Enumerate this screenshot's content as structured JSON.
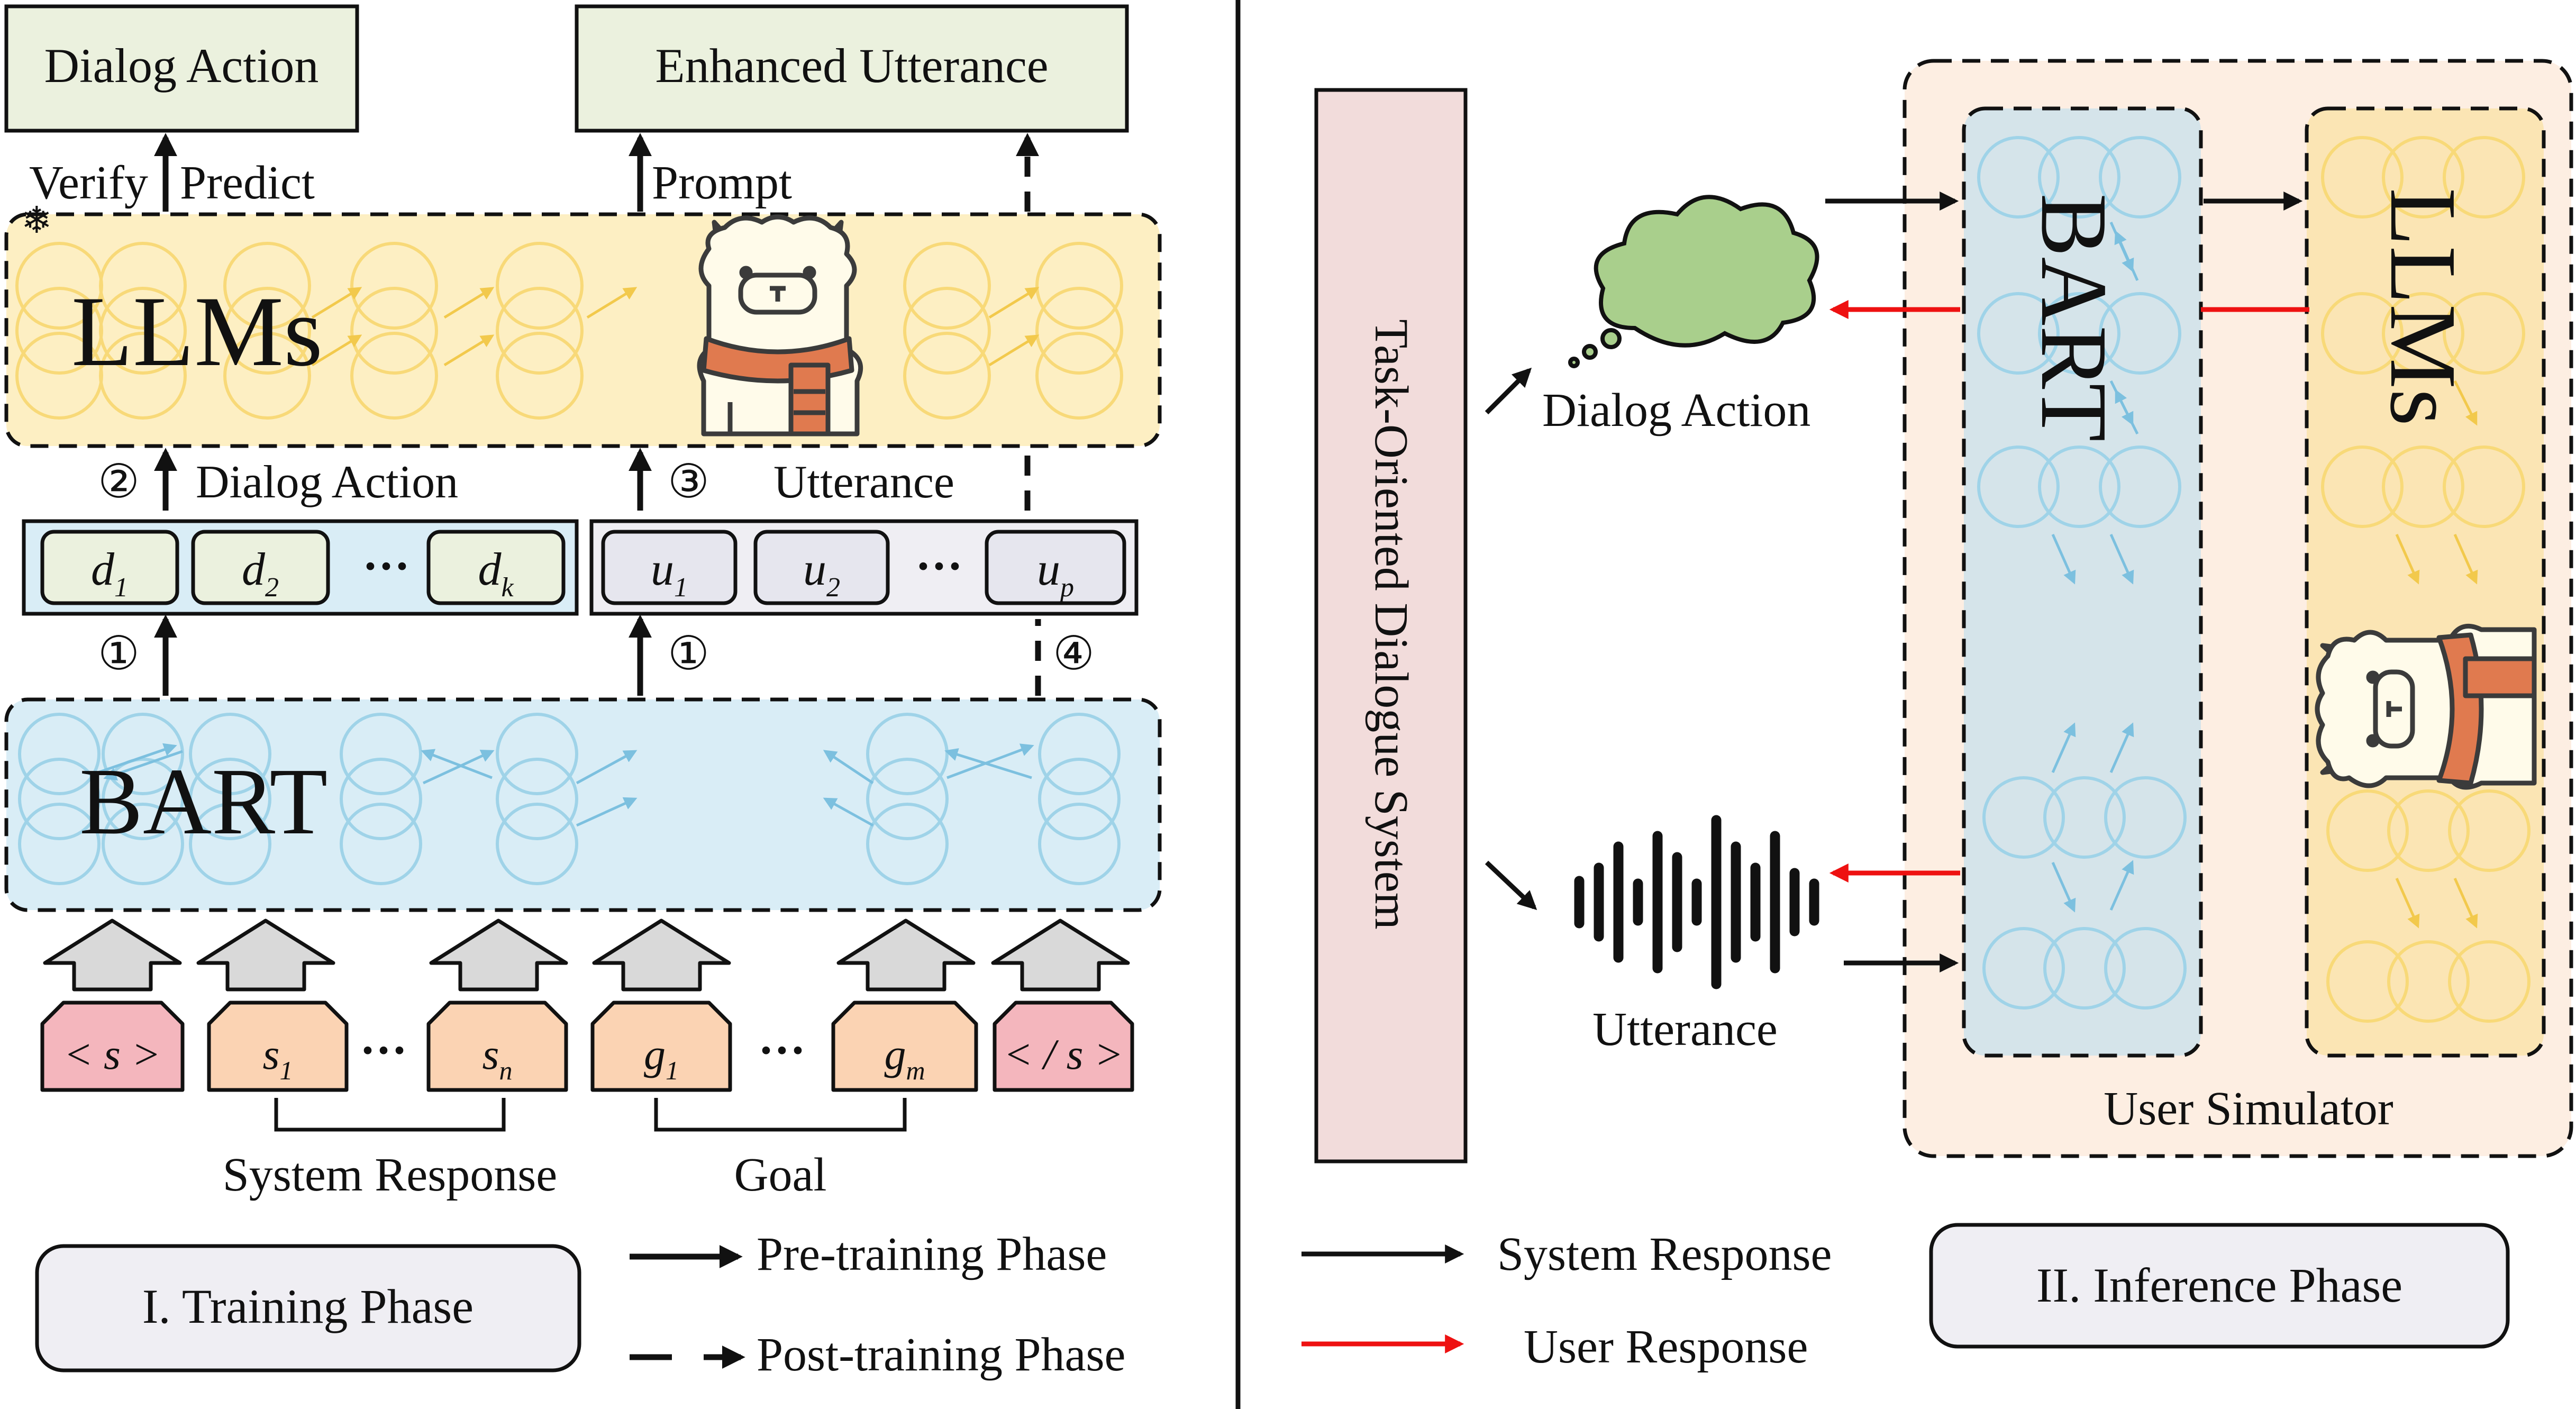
{
  "colors": {
    "top_box_fill": "#ebf1de",
    "llm_fill": "#fdefc3",
    "llm_node": "#f8df8c",
    "bart_fill": "#d9edf6",
    "bart_node": "#9fd3e8",
    "token_d_fill": "#ebf1de",
    "token_u_fill": "#e6e6ee",
    "input_pink": "#f4b6bd",
    "input_peach": "#fbd3b3",
    "tod_fill": "#f2dcdb",
    "simulator_fill": "#fdeee2",
    "bart_column_fill": "#d5e4ea",
    "llm_column_fill": "#fbe5b4",
    "phase_box_fill": "#efeef3",
    "cloud_fill": "#a9cf8c",
    "user_response_red": "#ee1111"
  },
  "training": {
    "dialog_action_box": "Dialog Action",
    "enhanced_utterance_box": "Enhanced Utterance",
    "verify_label": "Verify",
    "predict_label": "Predict",
    "prompt_label": "Prompt",
    "llms_label": "LLMs",
    "snowflake_icon": "❄",
    "step2": "②",
    "step2_label": "Dialog Action",
    "step3": "③",
    "step3_label": "Utterance",
    "step1_left": "①",
    "step1_right": "①",
    "step4": "④",
    "tokens_d": [
      {
        "base": "d",
        "sub": "1"
      },
      {
        "base": "d",
        "sub": "2"
      },
      {
        "base": "d",
        "sub": "k"
      }
    ],
    "tokens_u": [
      {
        "base": "u",
        "sub": "1"
      },
      {
        "base": "u",
        "sub": "2"
      },
      {
        "base": "u",
        "sub": "p"
      }
    ],
    "ellipsis": "···",
    "bart_label": "BART",
    "inputs": [
      {
        "text": "< s >"
      },
      {
        "base": "s",
        "sub": "1"
      },
      {
        "base": "s",
        "sub": "n"
      },
      {
        "base": "g",
        "sub": "1"
      },
      {
        "base": "g",
        "sub": "m"
      },
      {
        "text": "< / s >"
      }
    ],
    "system_response_label": "System Response",
    "goal_label": "Goal",
    "phase_label": "I. Training Phase",
    "legend_pretraining": "Pre-training Phase",
    "legend_posttraining": "Post-training Phase"
  },
  "inference": {
    "tod_label": "Task-Oriented Dialogue System",
    "dialog_action_label": "Dialog Action",
    "utterance_label": "Utterance",
    "bart_label": "BART",
    "llms_label": "LLMs",
    "simulator_label": "User Simulator",
    "legend_system": "System Response",
    "legend_user": "User Response",
    "phase_label": "II. Inference Phase"
  }
}
